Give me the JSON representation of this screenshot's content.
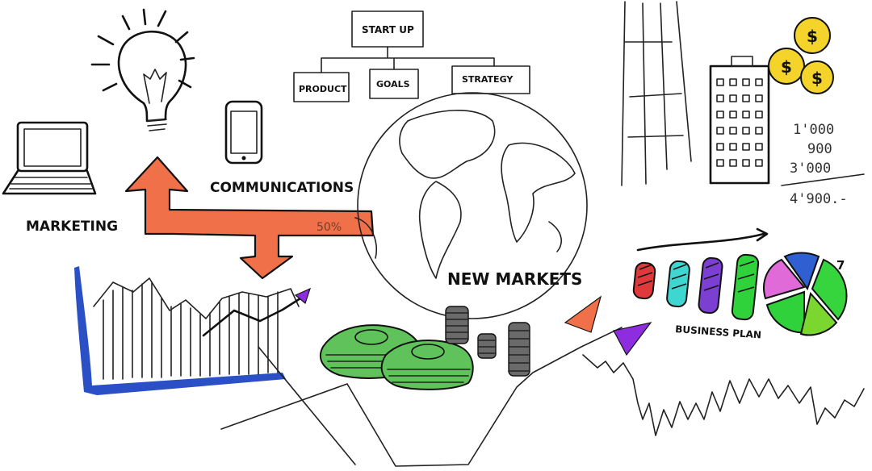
{
  "labels": {
    "marketing": "MARKETING",
    "communications": "COMMUNICATIONS",
    "new_markets": "NEW MARKETS",
    "business_plan": "BUSINESS PLAN",
    "start_up": "START UP",
    "product": "PRODUCT",
    "goals": "GOALS",
    "strategy": "STRATEGY",
    "percent": "50%",
    "pie_number": "7"
  },
  "sums": {
    "line1": "1'000",
    "line2": "900",
    "line3": "3'000",
    "total": "4'900.-"
  },
  "coins": [
    "$",
    "$",
    "$"
  ],
  "colors": {
    "arrow_orange": "#f0704a",
    "chart_blue": "#2b4fc4",
    "money_green": "#5fc25a",
    "coin_yellow": "#f4d32a",
    "bar_red": "#e0393b",
    "bar_cyan": "#3dd6d0",
    "bar_purple": "#7b3fd1",
    "bar_green": "#2fd23a",
    "pie_blue": "#2f5fd0",
    "pie_pink": "#e06ad8",
    "pie_green": "#37d53d",
    "pie_lime": "#7bd630",
    "arrow_purple": "#8e2de0"
  },
  "icons": [
    "light-bulb-icon",
    "laptop-icon",
    "smartphone-icon",
    "globe-icon",
    "skyscraper-icon",
    "office-building-icon",
    "money-stack-icon",
    "coin-stack-icon",
    "dollar-coin-icon",
    "pie-chart-icon"
  ]
}
